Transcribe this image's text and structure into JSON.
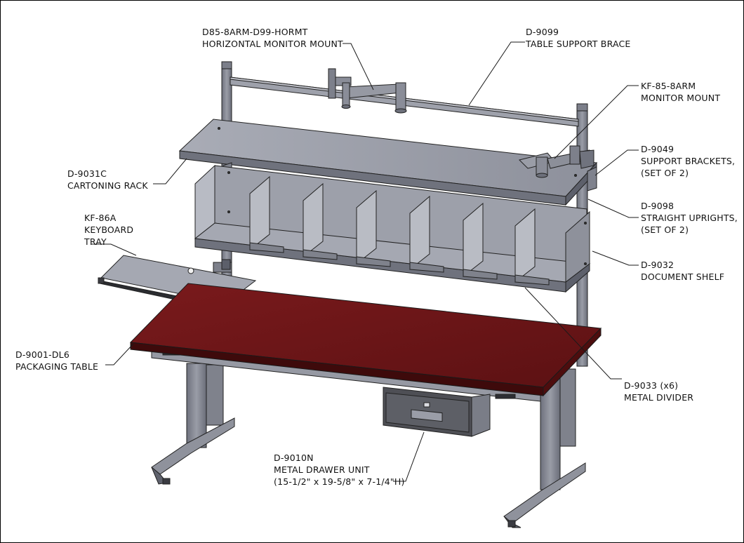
{
  "callouts": {
    "horizontal_mount": {
      "code": "D85-8ARM-D99-HORMT",
      "desc": "HORIZONTAL MONITOR MOUNT"
    },
    "support_brace": {
      "code": "D-9099",
      "desc": "TABLE SUPPORT BRACE"
    },
    "monitor_mount": {
      "code": "KF-85-8ARM",
      "desc": "MONITOR MOUNT"
    },
    "support_brackets": {
      "code": "D-9049",
      "desc": "SUPPORT BRACKETS,",
      "qty": "(SET OF 2)"
    },
    "cartoning_rack": {
      "code": "D-9031C",
      "desc": "CARTONING RACK"
    },
    "straight_uprights": {
      "code": "D-9098",
      "desc": "STRAIGHT UPRIGHTS,",
      "qty": "(SET OF 2)"
    },
    "keyboard_tray": {
      "code": "KF-86A",
      "desc1": "KEYBOARD",
      "desc2": "TRAY"
    },
    "document_shelf": {
      "code": "D-9032",
      "desc": "DOCUMENT SHELF"
    },
    "packaging_table": {
      "code": "D-9001-DL6",
      "desc": "PACKAGING TABLE"
    },
    "metal_divider": {
      "code": "D-9033 (x6)",
      "desc": "METAL DIVIDER"
    },
    "drawer_unit": {
      "code": "D-9010N",
      "desc": "METAL DRAWER UNIT",
      "dims": "(15-1/2\" x 19-5/8\" x 7-1/4\"H)"
    }
  },
  "colors": {
    "steel": "#8c8f99",
    "steel_dark": "#5e6170",
    "steel_light": "#b3b6c0",
    "worktop": "#6a1416",
    "worktop_edge": "#3e0a0b",
    "line": "#1a1a1a"
  }
}
